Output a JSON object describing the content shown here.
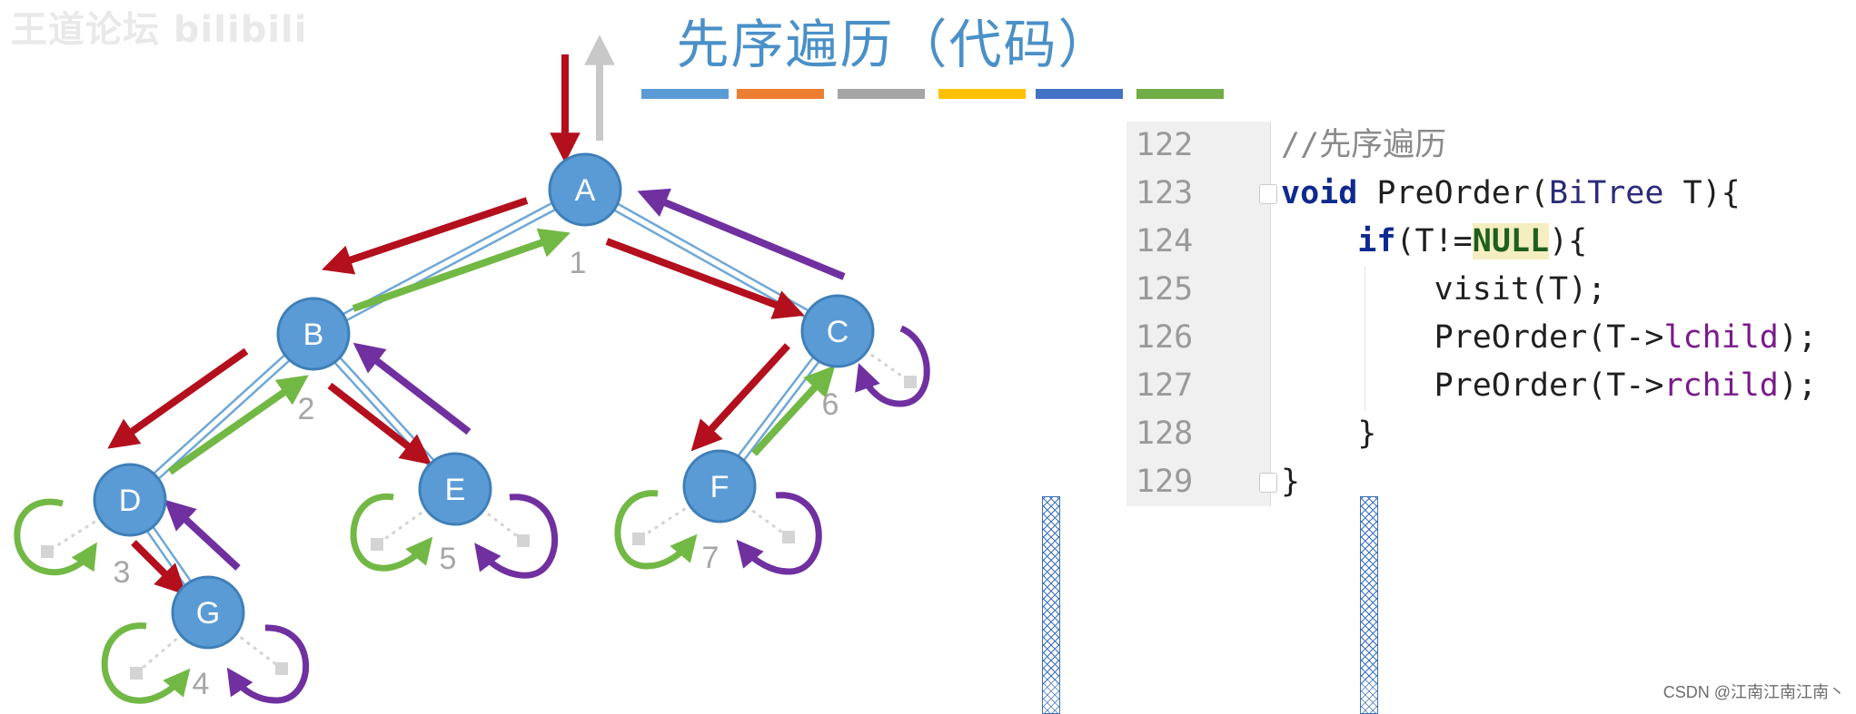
{
  "watermark": "王道论坛 bilibili",
  "title": "先序遍历（代码）",
  "credit": "CSDN @江南江南江南丶",
  "color_bar": [
    "#5b9bd5",
    "#ed7d31",
    "#a5a5a5",
    "#ffc000",
    "#4472c4",
    "#70ad47"
  ],
  "colors": {
    "node_fill": "#5b9bd5",
    "node_stroke": "#3f7fb8",
    "edge": "#6fa7d6",
    "arrow_red": "#b30f1c",
    "arrow_green": "#72b845",
    "arrow_purple": "#7030a0",
    "arrow_gray": "#c8c8c8",
    "null_marker": "#d4d4d4",
    "order_label": "#a6a6a6"
  },
  "tree": {
    "nodes": [
      {
        "id": "A",
        "label": "A",
        "order": "1"
      },
      {
        "id": "B",
        "label": "B",
        "order": "2"
      },
      {
        "id": "C",
        "label": "C",
        "order": "6"
      },
      {
        "id": "D",
        "label": "D",
        "order": "3"
      },
      {
        "id": "E",
        "label": "E",
        "order": "5"
      },
      {
        "id": "F",
        "label": "F",
        "order": "7"
      },
      {
        "id": "G",
        "label": "G",
        "order": "4"
      }
    ],
    "edges": [
      [
        "A",
        "B"
      ],
      [
        "A",
        "C"
      ],
      [
        "B",
        "D"
      ],
      [
        "B",
        "E"
      ],
      [
        "C",
        "F"
      ],
      [
        "D",
        "G"
      ]
    ]
  },
  "code": {
    "lines": [
      {
        "num": "122",
        "segments": [
          {
            "t": "//先序遍历",
            "c": "cm"
          }
        ]
      },
      {
        "num": "123",
        "segments": [
          {
            "t": "void",
            "c": "kw"
          },
          {
            "t": " PreOrder(",
            "c": ""
          },
          {
            "t": "BiTree",
            "c": "ty"
          },
          {
            "t": " T){",
            "c": ""
          }
        ]
      },
      {
        "num": "124",
        "segments": [
          {
            "t": "    ",
            "c": ""
          },
          {
            "t": "if",
            "c": "kw"
          },
          {
            "t": "(T!=",
            "c": ""
          },
          {
            "t": "NULL",
            "c": "nul"
          },
          {
            "t": "){",
            "c": ""
          }
        ]
      },
      {
        "num": "125",
        "segments": [
          {
            "t": "        visit(T);",
            "c": ""
          }
        ]
      },
      {
        "num": "126",
        "segments": [
          {
            "t": "        PreOrder(T->",
            "c": ""
          },
          {
            "t": "lchild",
            "c": "fld"
          },
          {
            "t": ");",
            "c": ""
          }
        ]
      },
      {
        "num": "127",
        "segments": [
          {
            "t": "        PreOrder(T->",
            "c": ""
          },
          {
            "t": "rchild",
            "c": "fld"
          },
          {
            "t": ");",
            "c": ""
          }
        ]
      },
      {
        "num": "128",
        "segments": [
          {
            "t": "    }",
            "c": ""
          }
        ]
      },
      {
        "num": "129",
        "segments": [
          {
            "t": "}",
            "c": ""
          }
        ]
      }
    ]
  }
}
